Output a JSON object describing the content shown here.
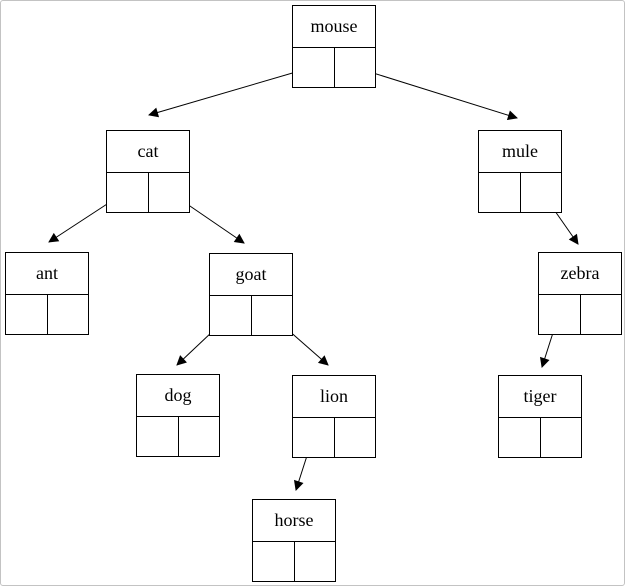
{
  "diagram": {
    "type": "binary-tree",
    "description": "Linked binary tree of animal names; each node box has a label and left/right pointer cells",
    "colors": {
      "node_border": "#000000",
      "edge_line": "#000000",
      "background": "#ffffff",
      "frame_border": "#c3c3c3"
    },
    "nodes": [
      {
        "id": "mouse",
        "label": "mouse",
        "left_child": "cat",
        "right_child": "mule"
      },
      {
        "id": "cat",
        "label": "cat",
        "left_child": "ant",
        "right_child": "goat"
      },
      {
        "id": "mule",
        "label": "mule",
        "left_child": null,
        "right_child": "zebra"
      },
      {
        "id": "ant",
        "label": "ant",
        "left_child": null,
        "right_child": null
      },
      {
        "id": "goat",
        "label": "goat",
        "left_child": "dog",
        "right_child": "lion"
      },
      {
        "id": "zebra",
        "label": "zebra",
        "left_child": "tiger",
        "right_child": null
      },
      {
        "id": "dog",
        "label": "dog",
        "left_child": null,
        "right_child": null
      },
      {
        "id": "lion",
        "label": "lion",
        "left_child": "horse",
        "right_child": null
      },
      {
        "id": "tiger",
        "label": "tiger",
        "left_child": null,
        "right_child": null
      },
      {
        "id": "horse",
        "label": "horse",
        "left_child": null,
        "right_child": null
      }
    ],
    "edges": [
      {
        "from": "mouse",
        "cell": "left",
        "to": "cat"
      },
      {
        "from": "mouse",
        "cell": "right",
        "to": "mule"
      },
      {
        "from": "cat",
        "cell": "left",
        "to": "ant"
      },
      {
        "from": "cat",
        "cell": "right",
        "to": "goat"
      },
      {
        "from": "goat",
        "cell": "left",
        "to": "dog"
      },
      {
        "from": "goat",
        "cell": "right",
        "to": "lion"
      },
      {
        "from": "mule",
        "cell": "right",
        "to": "zebra"
      },
      {
        "from": "zebra",
        "cell": "left",
        "to": "tiger"
      },
      {
        "from": "lion",
        "cell": "left",
        "to": "horse"
      }
    ]
  }
}
